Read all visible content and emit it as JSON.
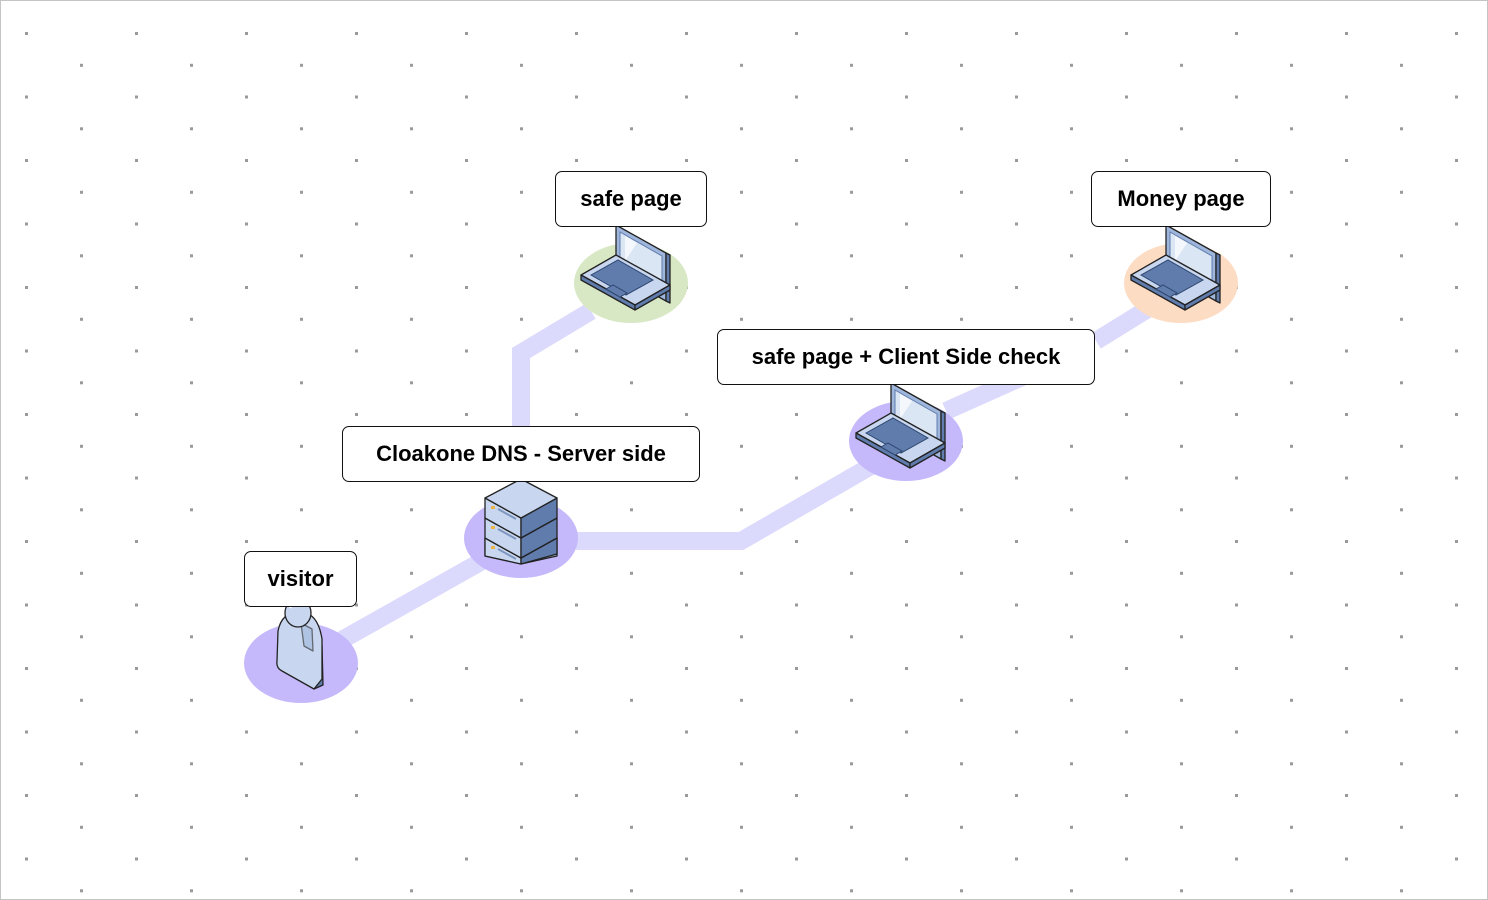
{
  "colors": {
    "background": "#ffffff",
    "grid_dot": "#9a9a9a",
    "connector": "#dcdafc",
    "disc_purple": "#c5b9fb",
    "disc_green": "#d9e8c4",
    "disc_orange": "#fddcc4",
    "device_light": "#c8d7ef",
    "device_mid": "#9fb6dc",
    "device_dark": "#5f7cac",
    "outline": "#222222"
  },
  "nodes": {
    "visitor": {
      "label": "visitor",
      "icon": "person-icon"
    },
    "cloakone_dns": {
      "label": "Cloakone DNS - Server side",
      "icon": "server-stack-icon"
    },
    "safe_page": {
      "label": "safe page",
      "icon": "laptop-icon"
    },
    "client_check": {
      "label": "safe page + Client Side check",
      "icon": "laptop-icon"
    },
    "money_page": {
      "label": "Money page",
      "icon": "laptop-icon"
    }
  }
}
